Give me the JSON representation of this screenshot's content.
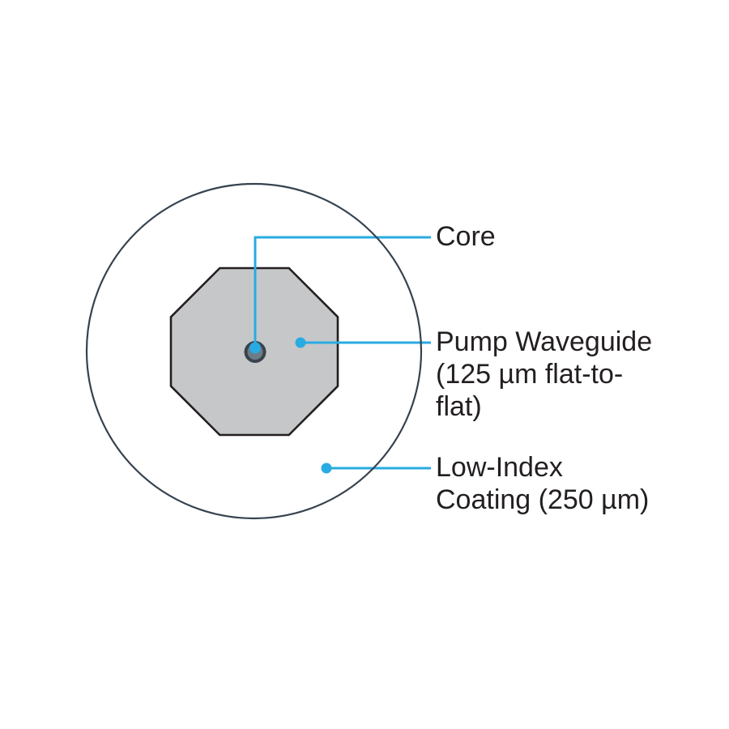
{
  "diagram": {
    "title": "double-clad-fiber-cross-section",
    "labels": {
      "core": {
        "lines": [
          "Core"
        ]
      },
      "pump_waveguide": {
        "lines": [
          "Pump Waveguide",
          "(125 µm flat-to-",
          "flat)"
        ]
      },
      "low_index": {
        "lines": [
          "Low-Index",
          "Coating (250 µm)"
        ]
      }
    }
  },
  "colors": {
    "accent": "#29abe2",
    "circle-stroke": "#36424f",
    "octagon-fill": "#c5c7c9",
    "octagon-stroke": "#231f20",
    "core-fill": "#6d7b87",
    "core-stroke": "#3a434c",
    "text": "#231f20"
  }
}
